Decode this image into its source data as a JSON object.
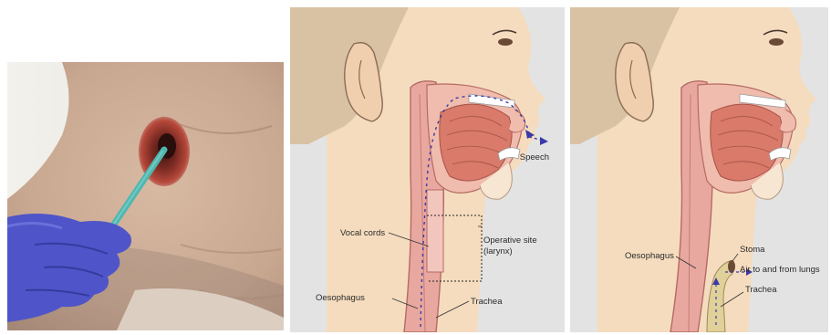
{
  "diagram_pre_op": {
    "labels": {
      "speech": "Speech",
      "vocal_cords": "Vocal cords",
      "operative_site_line1": "Operative site",
      "operative_site_line2": "(larynx)",
      "oesophagus": "Oesophagus",
      "trachea": "Trachea"
    }
  },
  "diagram_post_op": {
    "labels": {
      "oesophagus": "Oesophagus",
      "stoma": "Stoma",
      "air": "Air to and from lungs",
      "trachea": "Trachea"
    }
  },
  "colors": {
    "skin": "#f5dcbf",
    "background_grey": "#e3e3e3",
    "tongue": "#d97a6a",
    "airway_purple": "#3a3aa8",
    "tube_pink": "#e8a8a0",
    "trachea_tan": "#e0d09a"
  }
}
